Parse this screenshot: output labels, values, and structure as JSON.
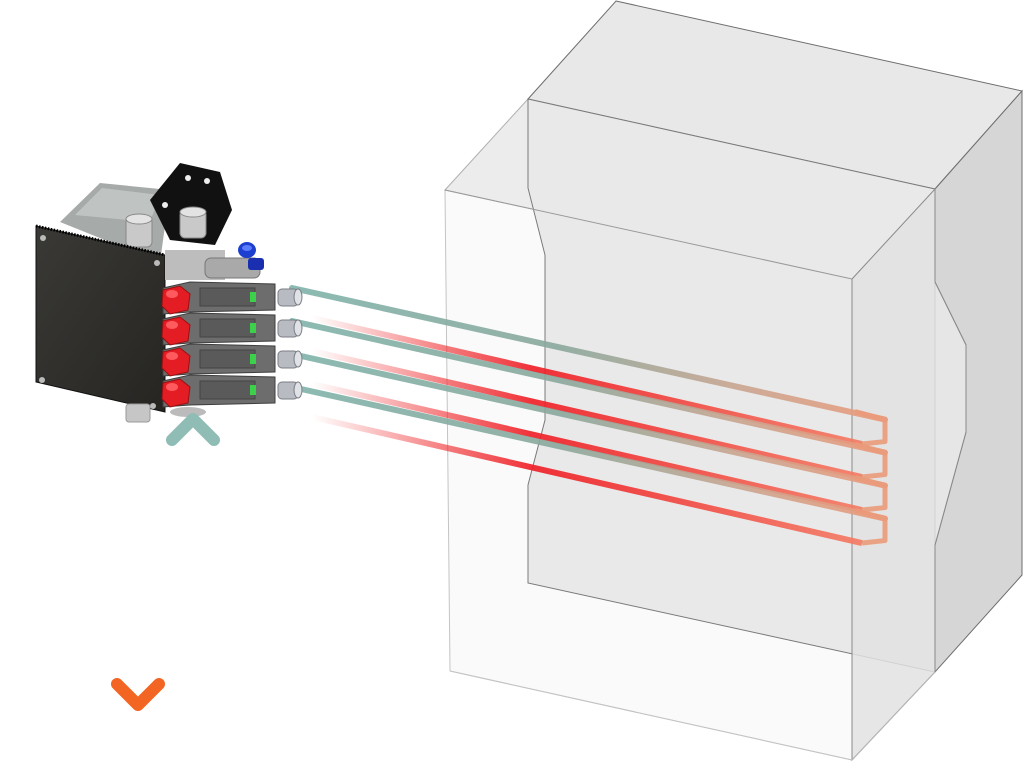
{
  "diagram": {
    "subject": "cooling-manifold-with-mold-circuits",
    "colors": {
      "background": "#ffffff",
      "box_top": "#e8e8e8",
      "box_right": "#d6d6d6",
      "box_front_inner": "#e9e9e9",
      "box_front_outer": "#fafafa",
      "box_edge": "#6e6e6e",
      "box_edge_light": "#b8b8b8",
      "supply_line": "#7fb3aa",
      "return_line": "#ef2b2e",
      "circuit_end": "#ea9a7a",
      "outlet_arrow_top": "#ee1c25",
      "outlet_arrow_bottom": "#f26522",
      "inlet_arrow_top": "#8fbdb6",
      "inlet_arrow_bottom": "#0a73b8",
      "manifold_body": "#2b2a28",
      "valve_red": "#e31d23",
      "valve_blue": "#1d3fd0",
      "indicator_green": "#3bd14a",
      "module_gray": "#6d6d6d"
    },
    "circuit_count": 4,
    "arrows": [
      {
        "name": "outlet-arrow",
        "direction": "down"
      },
      {
        "name": "inlet-arrow",
        "direction": "up"
      }
    ]
  }
}
